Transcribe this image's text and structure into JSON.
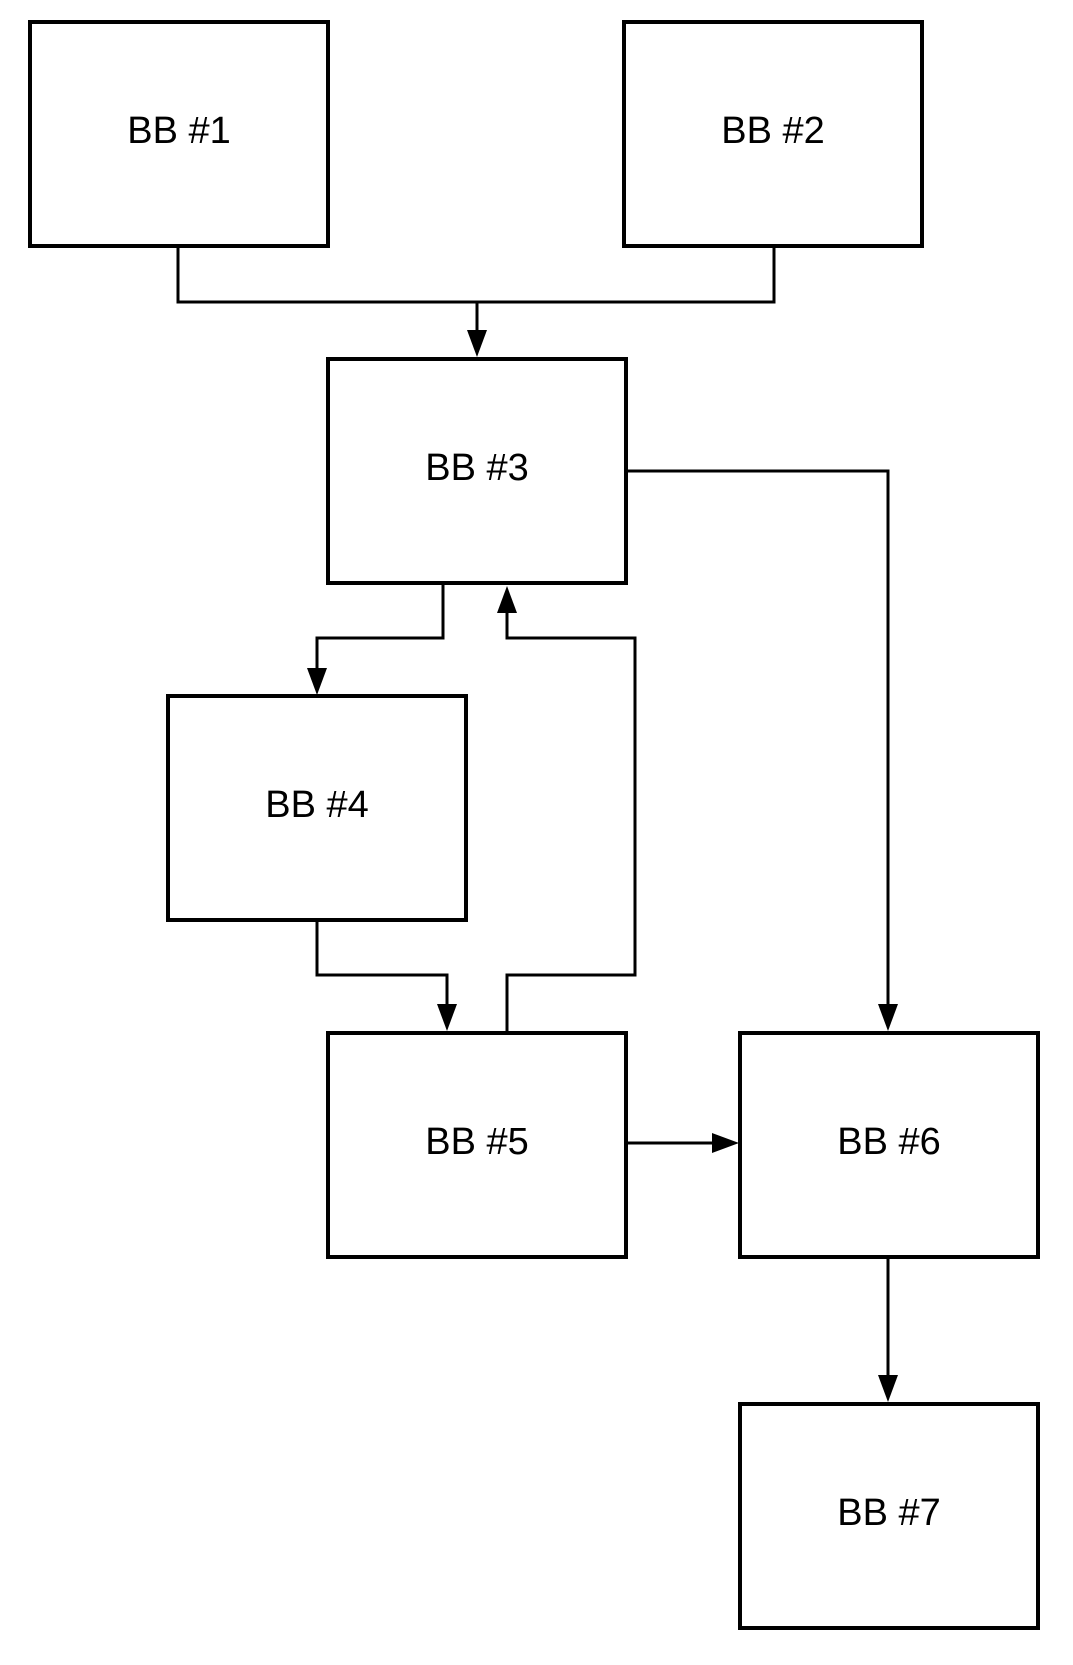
{
  "diagram": {
    "nodes": {
      "bb1": {
        "label": "BB #1"
      },
      "bb2": {
        "label": "BB #2"
      },
      "bb3": {
        "label": "BB #3"
      },
      "bb4": {
        "label": "BB #4"
      },
      "bb5": {
        "label": "BB #5"
      },
      "bb6": {
        "label": "BB #6"
      },
      "bb7": {
        "label": "BB #7"
      }
    },
    "edges": [
      {
        "from": "BB #1",
        "to": "BB #3"
      },
      {
        "from": "BB #2",
        "to": "BB #3"
      },
      {
        "from": "BB #3",
        "to": "BB #4"
      },
      {
        "from": "BB #3",
        "to": "BB #6"
      },
      {
        "from": "BB #4",
        "to": "BB #5"
      },
      {
        "from": "BB #5",
        "to": "BB #3"
      },
      {
        "from": "BB #5",
        "to": "BB #6"
      },
      {
        "from": "BB #6",
        "to": "BB #7"
      }
    ],
    "colors": {
      "stroke": "#000000",
      "background": "#ffffff"
    }
  }
}
